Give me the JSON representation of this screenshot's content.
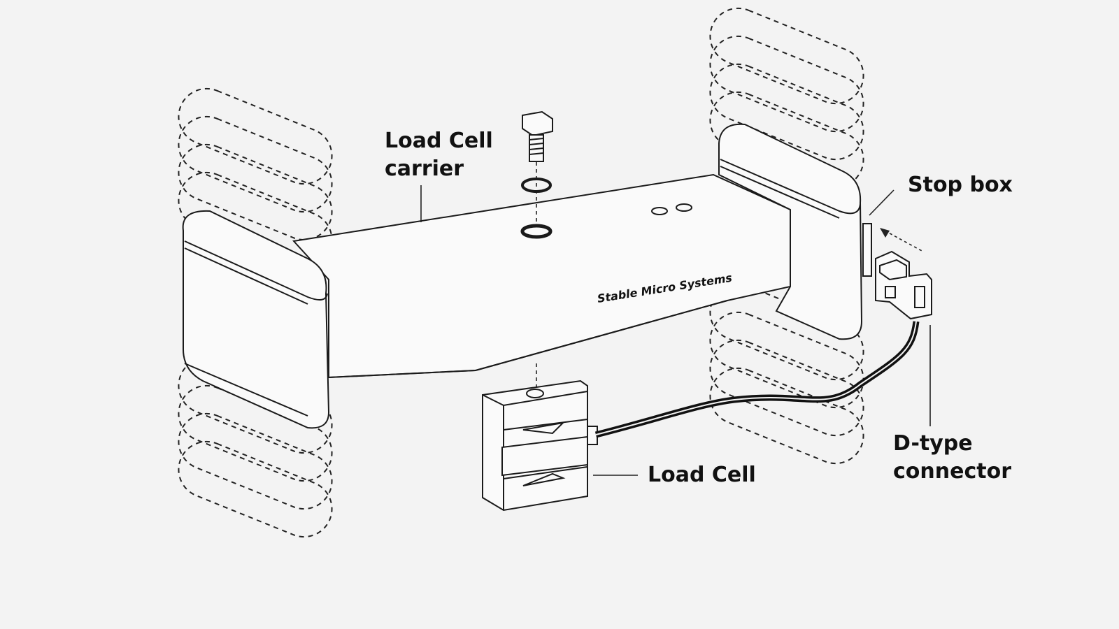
{
  "labels": {
    "carrier_line1": "Load Cell",
    "carrier_line2": "carrier",
    "stop_box": "Stop box",
    "load_cell": "Load Cell",
    "dtype_line1": "D-type",
    "dtype_line2": "connector"
  },
  "logo_text": "Stable Micro Systems",
  "colors": {
    "background": "#f3f3f3",
    "ink": "#1a1a1a",
    "cable": "#111111"
  }
}
